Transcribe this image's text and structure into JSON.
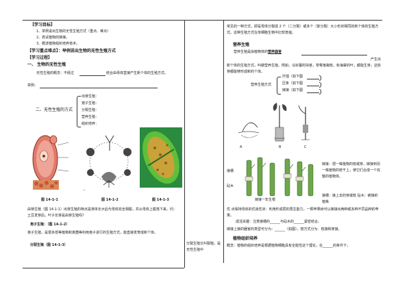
{
  "left": {
    "objectives_title": "【学习目标】",
    "objectives": [
      "1、举例说出生物的无性生殖方式（重点、难点）",
      "2、尝试植物的嫁接。",
      "3、概述植物组织培养技术。"
    ],
    "keypoints": "【学习重点难点】：举例说出生物的无性生殖方式",
    "process_title": "【学习过程】",
    "section1": "一、 生物的无性生殖",
    "concept_prefix": "无性生殖的概念：不经过",
    "concept_suffix": "结合由母体直接产生新个体的生殖方式。",
    "example_prefix": "举例：",
    "section2": "二、无性生殖的方式",
    "methods": [
      "出芽生殖：",
      "孢子生殖：",
      "分裂生殖：",
      "营养生殖：",
      "组织培养："
    ],
    "fig_captions": [
      "图 14-1-1",
      "图 14-1-2",
      "图 14-1-3"
    ],
    "para1": "由芽生殖（图 14-1-1）出芽生殖的特点是芽体长大后与母体完全相脱，并从母体上脱落下来。问：土豆发芽后，叶子长芽是由芽生殖吗？",
    "spore_title": "孢子生殖：（图 14-1-2）",
    "spore_text": "孢子生殖，是很多低等植物和真菌等利用孢子进行的生殖方式，能直接发育成新个体。",
    "fission_title": "分裂生殖（图 14-1-3）"
  },
  "middle_note": "分裂生殖又叫裂殖，是无性生殖中",
  "right": {
    "top_para": "常见的一种方式，即是母体分裂成 2 个（二分裂）或多个（复分裂）大小形状相同的新个体的生殖方式。这种生殖方式在单细胞生物中比较普遍。",
    "veg_title": "营养生殖",
    "veg_text1_a": "营养生殖是由植物体的",
    "veg_text1_b": "营养器官",
    "veg_text1_c": "产生出新个体的生殖方式，叫做营养生殖。例如，马铃薯的块茎，草莓匍匐枝，秋海棠的叶，都能生芽，这些芽都能够形成新的个体。",
    "veg_methods_label": "营养生殖方式",
    "veg_methods": [
      "扦插（如下图",
      "压条（如下图",
      "嫁接（如下图"
    ],
    "fig_letters": [
      "A",
      "B",
      "C"
    ],
    "graft_labels": [
      "接穗",
      "砧木",
      "嫁接一年生根"
    ],
    "graft_desc": "嫁接：把一株植物的枝或芽，嫁接到另一株植物的枝干上，使它们合成一个完整的植物体。",
    "graft_parts": "接穗：接上去的芽或枝   砧木：被接的植株",
    "graft_advantage": "优 点保持母体的优良性状：利用形成层的再生能力，一颗苹果树可以嫁接出两种或多种不同品种的苹果。",
    "graft_key": "成活关键：注意接穗的______与砧木的______紧密结合。",
    "graft_types": "嫁接上接的器官的类型可分为：______（如图），按方式分为：枝接和芽接。",
    "tissue_title": "植物组织培养",
    "tissue_text": "概念：植物的组织培养是根据植物细胞具有全能性这个理论，在______的条件下，"
  }
}
